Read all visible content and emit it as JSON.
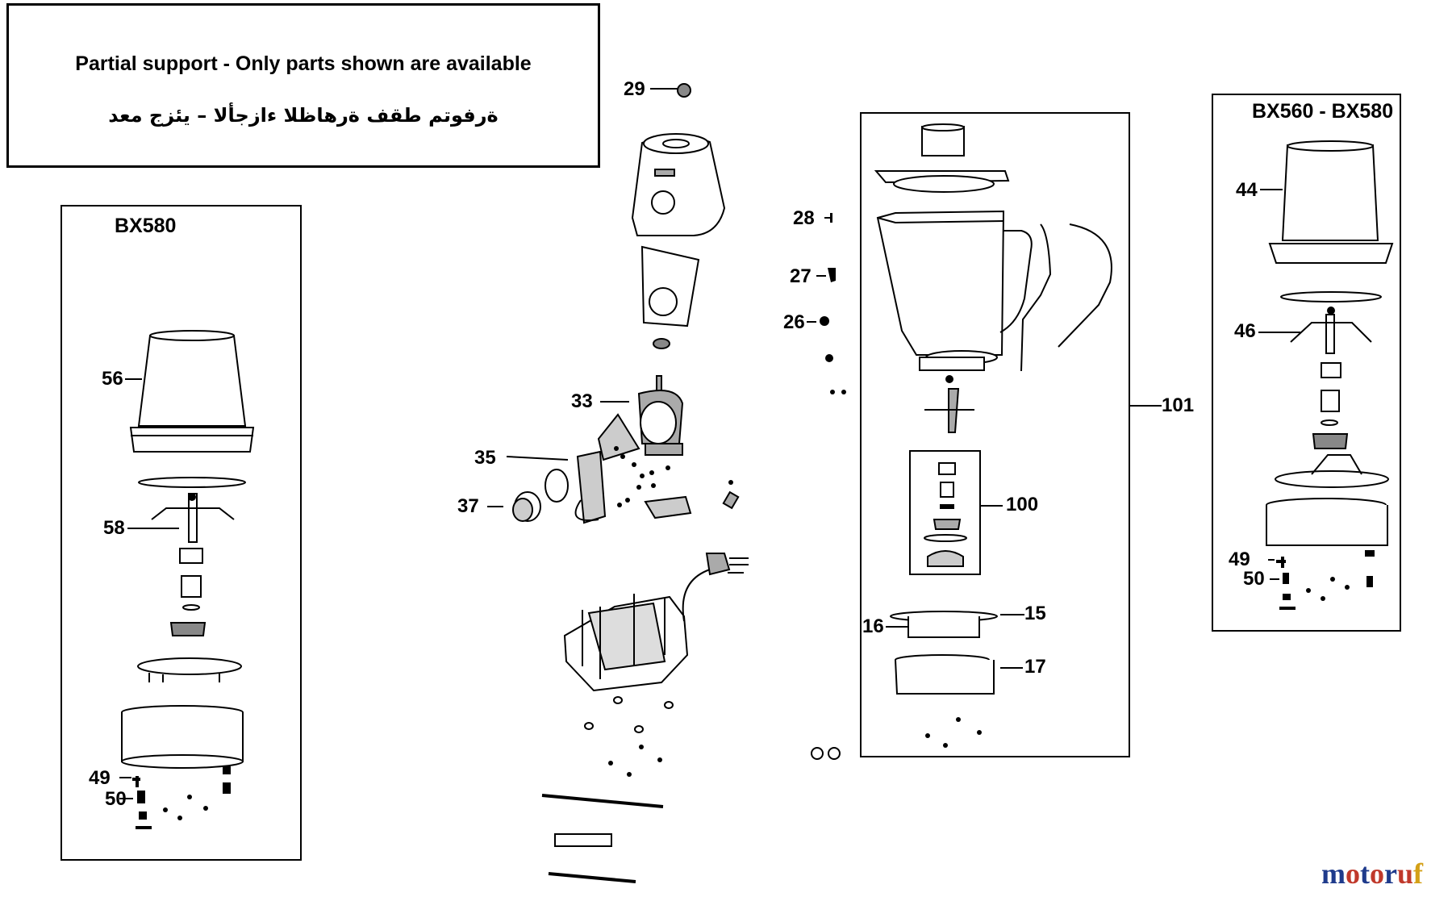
{
  "notice": {
    "english": "Partial support - Only parts shown are available",
    "arabic": "ةرفوتم طقف ةرهاظلا ءازجألا – يئزج معد"
  },
  "panels": {
    "left": {
      "title": "BX580"
    },
    "right": {
      "title": "BX560 - BX580"
    }
  },
  "part_labels": {
    "p29": "29",
    "p33": "33",
    "p35": "35",
    "p37": "37",
    "p28": "28",
    "p27": "27",
    "p26": "26",
    "p101": "101",
    "p100": "100",
    "p15": "15",
    "p16": "16",
    "p17": "17",
    "p44": "44",
    "p46": "46",
    "p49r": "49",
    "p50r": "50",
    "p56": "56",
    "p58": "58",
    "p49l": "49",
    "p50l": "50"
  },
  "watermark": {
    "text": "motoruf",
    "colors": [
      "#1f3b8c",
      "#c0392b",
      "#1f3b8c",
      "#c0392b",
      "#1f3b8c",
      "#c0392b",
      "#d4a017"
    ]
  }
}
